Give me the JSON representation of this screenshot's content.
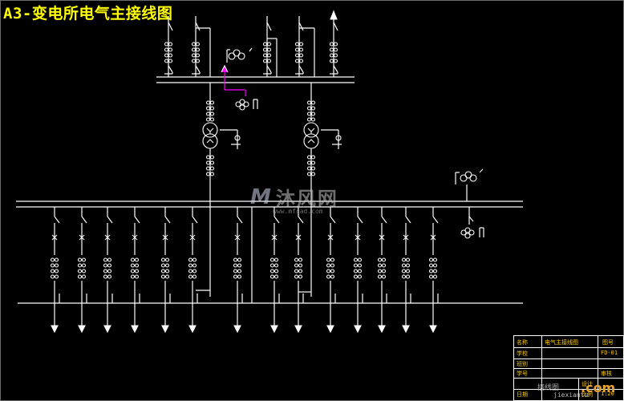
{
  "title": "A3-变电所电气主接线图",
  "watermark": {
    "logo": "M",
    "text": "沐风网",
    "url": "www.mfcad.com"
  },
  "title_block": {
    "name_label": "名称",
    "name_value": "电气主接线图",
    "drawing_no_label": "图号",
    "drawing_no_value": "FD-01",
    "school_label": "学校",
    "class_label": "班别",
    "student_no_label": "学号",
    "date_label": "日期",
    "design_label": "设计",
    "check_label": "审核",
    "ratio_label": "比例",
    "ratio_value": "1:20"
  },
  "corner_mark": {
    "logo": "接线图",
    "com": ".com",
    "url": "jiexiantu"
  },
  "colors": {
    "background": "#000000",
    "lines": "#ffffff",
    "title": "#ffff00",
    "pt_arrow": "#ff00ff",
    "title_block_text": "#ffcc00"
  }
}
